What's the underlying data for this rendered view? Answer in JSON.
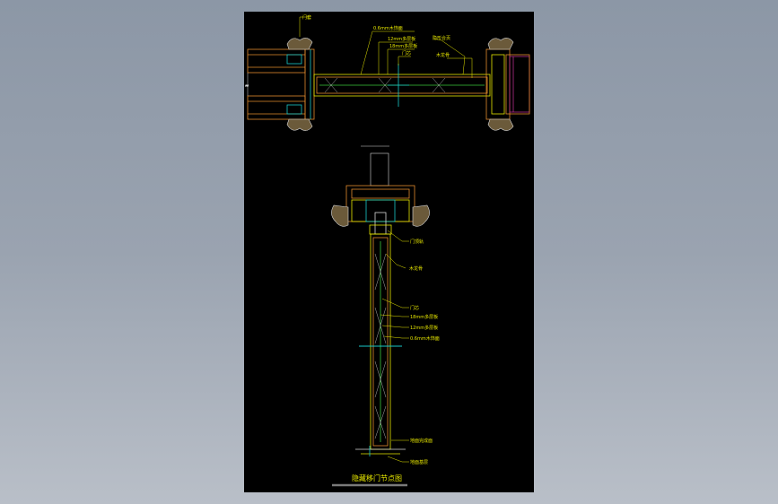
{
  "colors": {
    "background": "#000000",
    "line_yellow": "#e6e600",
    "line_orange": "#e08a2c",
    "line_cyan": "#19c8c8",
    "line_white": "#d8d8d8",
    "line_magenta": "#b42c8c",
    "line_green": "#3cc83c"
  },
  "plan_labels": {
    "door_frame": "门套",
    "veneer_top": "0.6mm木饰面",
    "board_top": "12mm多层板",
    "keel_top": "18mm多层板",
    "door": "门芯",
    "hidden_hinge": "隐形合页",
    "wood_keel": "木龙骨"
  },
  "section_labels": {
    "lintel": "门顶轨",
    "wood_keel": "木龙骨",
    "core": "门芯",
    "board_18": "18mm多层板",
    "board_12": "12mm多层板",
    "veneer": "0.6mm木饰面",
    "floor_finish": "地面完成面",
    "floor_base": "地面基层"
  },
  "title": "隐藏移门节点图"
}
